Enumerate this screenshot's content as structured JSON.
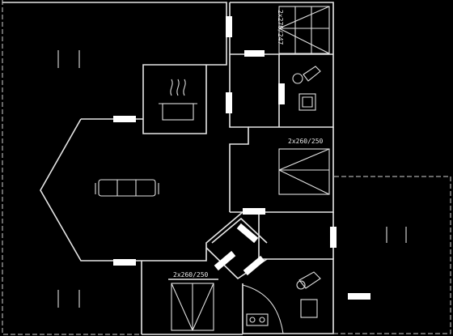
{
  "room_labels": {
    "upper_stair": "2x270/247",
    "middle_stair": "2x260/250",
    "lower_stair": "2x260/250"
  },
  "icons": [
    "cooktop-steam-icon",
    "sofa-icon",
    "toilet-icon",
    "bathtub-icon",
    "stairs-icon",
    "parking-marker"
  ],
  "colors": {
    "background": "#000000",
    "line": "#e6e6e6",
    "window": "#ffffff"
  }
}
